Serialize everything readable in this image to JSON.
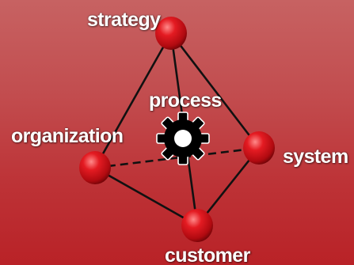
{
  "diagram": {
    "background_color": "#c24d4f",
    "node_color": "#d4141a",
    "edge_color": "#111111",
    "gear_icon": "gear-icon",
    "labels": {
      "strategy": "strategy",
      "process": "process",
      "organization": "organization",
      "system": "system",
      "customer": "customer"
    }
  }
}
